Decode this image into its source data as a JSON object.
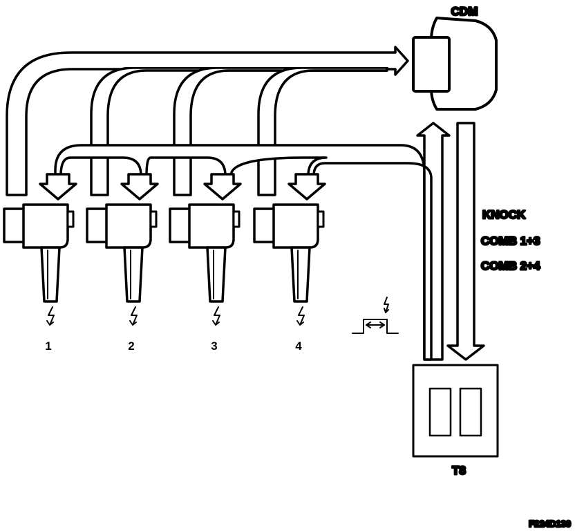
{
  "modules": {
    "cdm": "CDM",
    "t8": "T8"
  },
  "signals": {
    "knock": "KNOCK",
    "comb13": "COMB 1+3",
    "comb24": "COMB 2+4"
  },
  "coils": [
    {
      "number": "1"
    },
    {
      "number": "2"
    },
    {
      "number": "3"
    },
    {
      "number": "4"
    }
  ],
  "figure_id": "F224D130",
  "colors": {
    "ink": "#000000",
    "paper": "#ffffff"
  }
}
